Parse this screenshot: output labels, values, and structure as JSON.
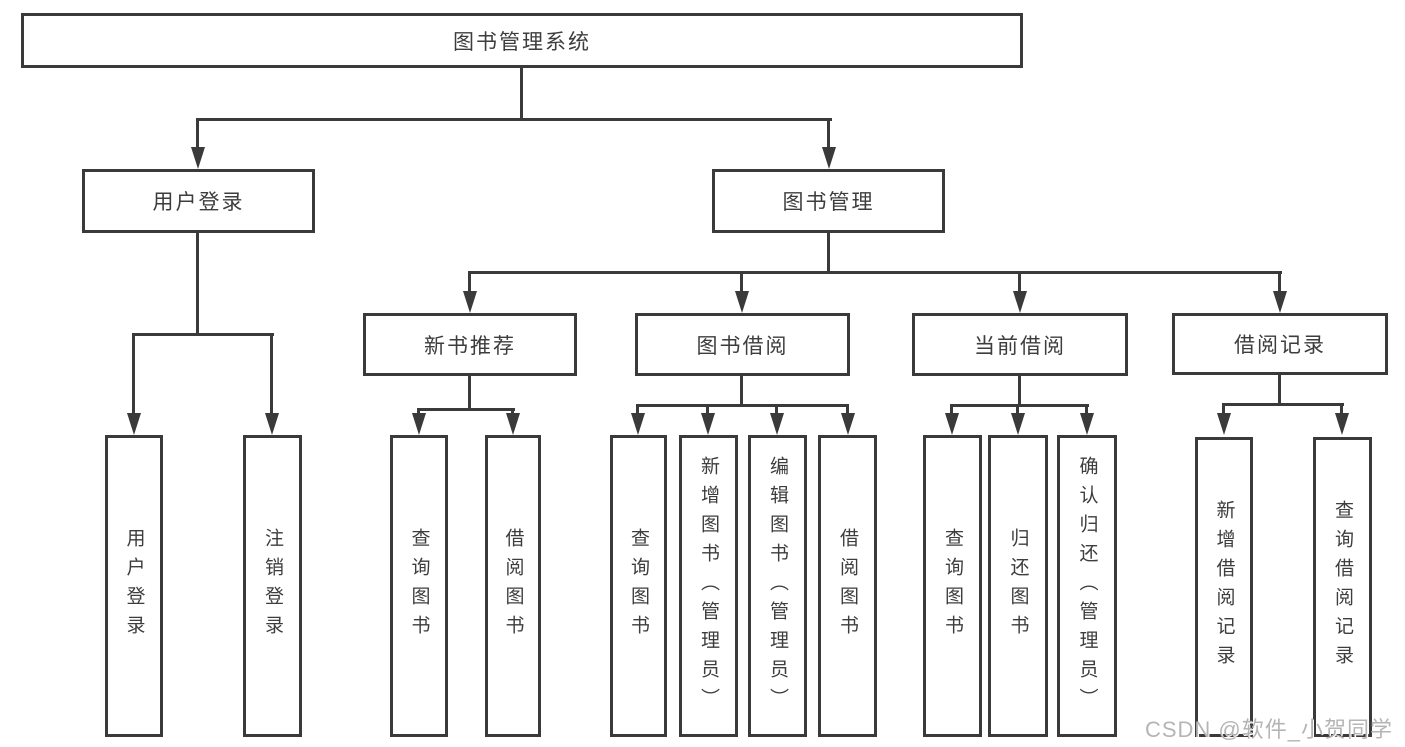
{
  "diagram": {
    "root": {
      "label": "图书管理系统"
    },
    "level2": [
      {
        "label": "用户登录"
      },
      {
        "label": "图书管理"
      }
    ],
    "level3": [
      {
        "label": "新书推荐"
      },
      {
        "label": "图书借阅"
      },
      {
        "label": "当前借阅"
      },
      {
        "label": "借阅记录"
      }
    ],
    "leaves": [
      {
        "label": "用户登录"
      },
      {
        "label": "注销登录"
      },
      {
        "label": "查询图书"
      },
      {
        "label": "借阅图书"
      },
      {
        "label": "查询图书"
      },
      {
        "label": "新增图书（管理员）"
      },
      {
        "label": "编辑图书（管理员）"
      },
      {
        "label": "借阅图书"
      },
      {
        "label": "查询图书"
      },
      {
        "label": "归还图书"
      },
      {
        "label": "确认归还（管理员）"
      },
      {
        "label": "新增借阅记录"
      },
      {
        "label": "查询借阅记录"
      }
    ]
  },
  "watermark": {
    "text": "CSDN @软件_小贺同学"
  },
  "colors": {
    "line": "#3a3a3a",
    "box_background": "#ffffff",
    "text": "#3d3d3d",
    "watermark": "#b5b5b5"
  }
}
